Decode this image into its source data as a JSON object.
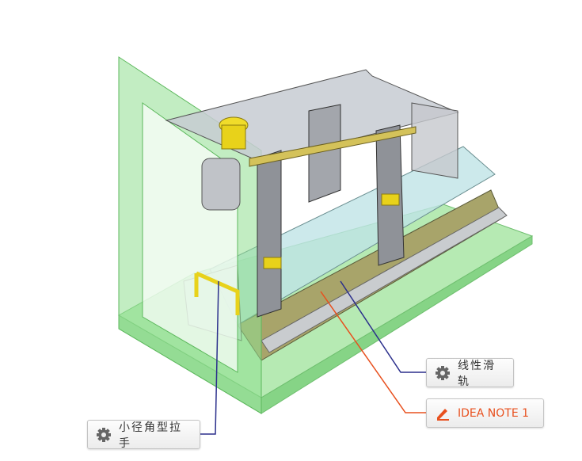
{
  "callouts": [
    {
      "label": "线性滑轨",
      "icon": "gear-icon"
    },
    {
      "label": "IDEA NOTE 1",
      "icon": "pencil-icon"
    },
    {
      "label": "小径角型拉手",
      "icon": "gear-icon"
    }
  ],
  "colors": {
    "leader_blue": "#2b2f8c",
    "leader_orange": "#e8501e",
    "glass_green": "#8fdf8f",
    "metal_gray": "#b8bcc4",
    "brass": "#e8d21a"
  }
}
